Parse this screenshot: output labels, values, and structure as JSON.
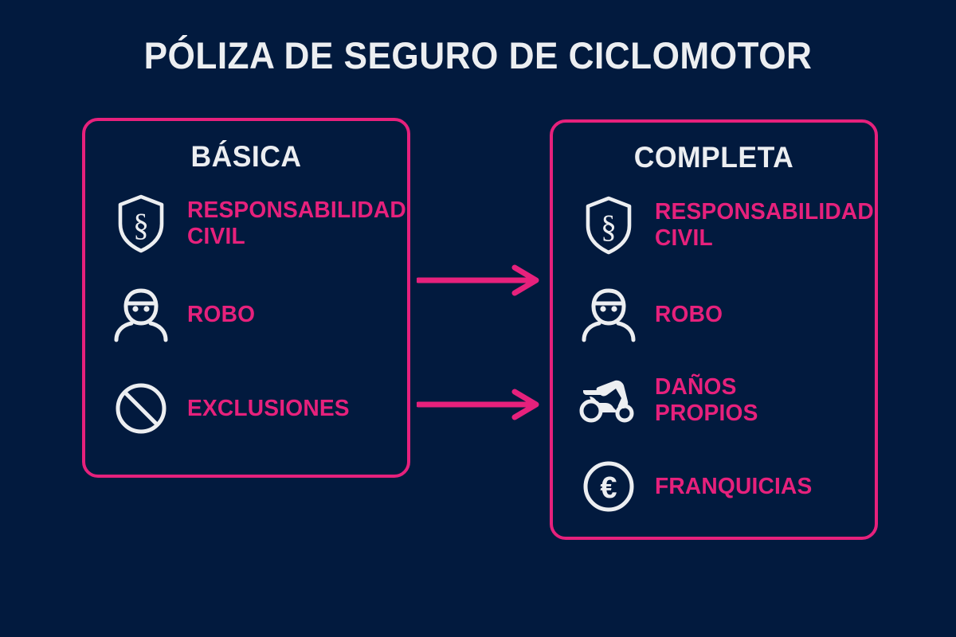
{
  "page": {
    "title": "PÓLIZA DE SEGURO DE CICLOMOTOR",
    "background_color": "#021a3e",
    "accent_color": "#e6217c",
    "text_color": "#eceef1"
  },
  "cards": {
    "basic": {
      "title": "BÁSICA",
      "items": [
        {
          "icon": "shield-section-icon",
          "label": "RESPONSABILIDAD\nCIVIL"
        },
        {
          "icon": "thief-icon",
          "label": "ROBO"
        },
        {
          "icon": "prohibition-icon",
          "label": "EXCLUSIONES"
        }
      ]
    },
    "complete": {
      "title": "COMPLETA",
      "items": [
        {
          "icon": "shield-section-icon",
          "label": "RESPONSABILIDAD\nCIVIL"
        },
        {
          "icon": "thief-icon",
          "label": "ROBO"
        },
        {
          "icon": "scooter-icon",
          "label": "DAÑOS\nPROPIOS"
        },
        {
          "icon": "euro-coin-icon",
          "label": "FRANQUICIAS"
        }
      ]
    }
  },
  "arrows": [
    {
      "name": "arrow-basic-to-complete-top",
      "direction": "right",
      "color": "#e6217c"
    },
    {
      "name": "arrow-basic-to-complete-bottom",
      "direction": "right",
      "color": "#e6217c"
    }
  ]
}
